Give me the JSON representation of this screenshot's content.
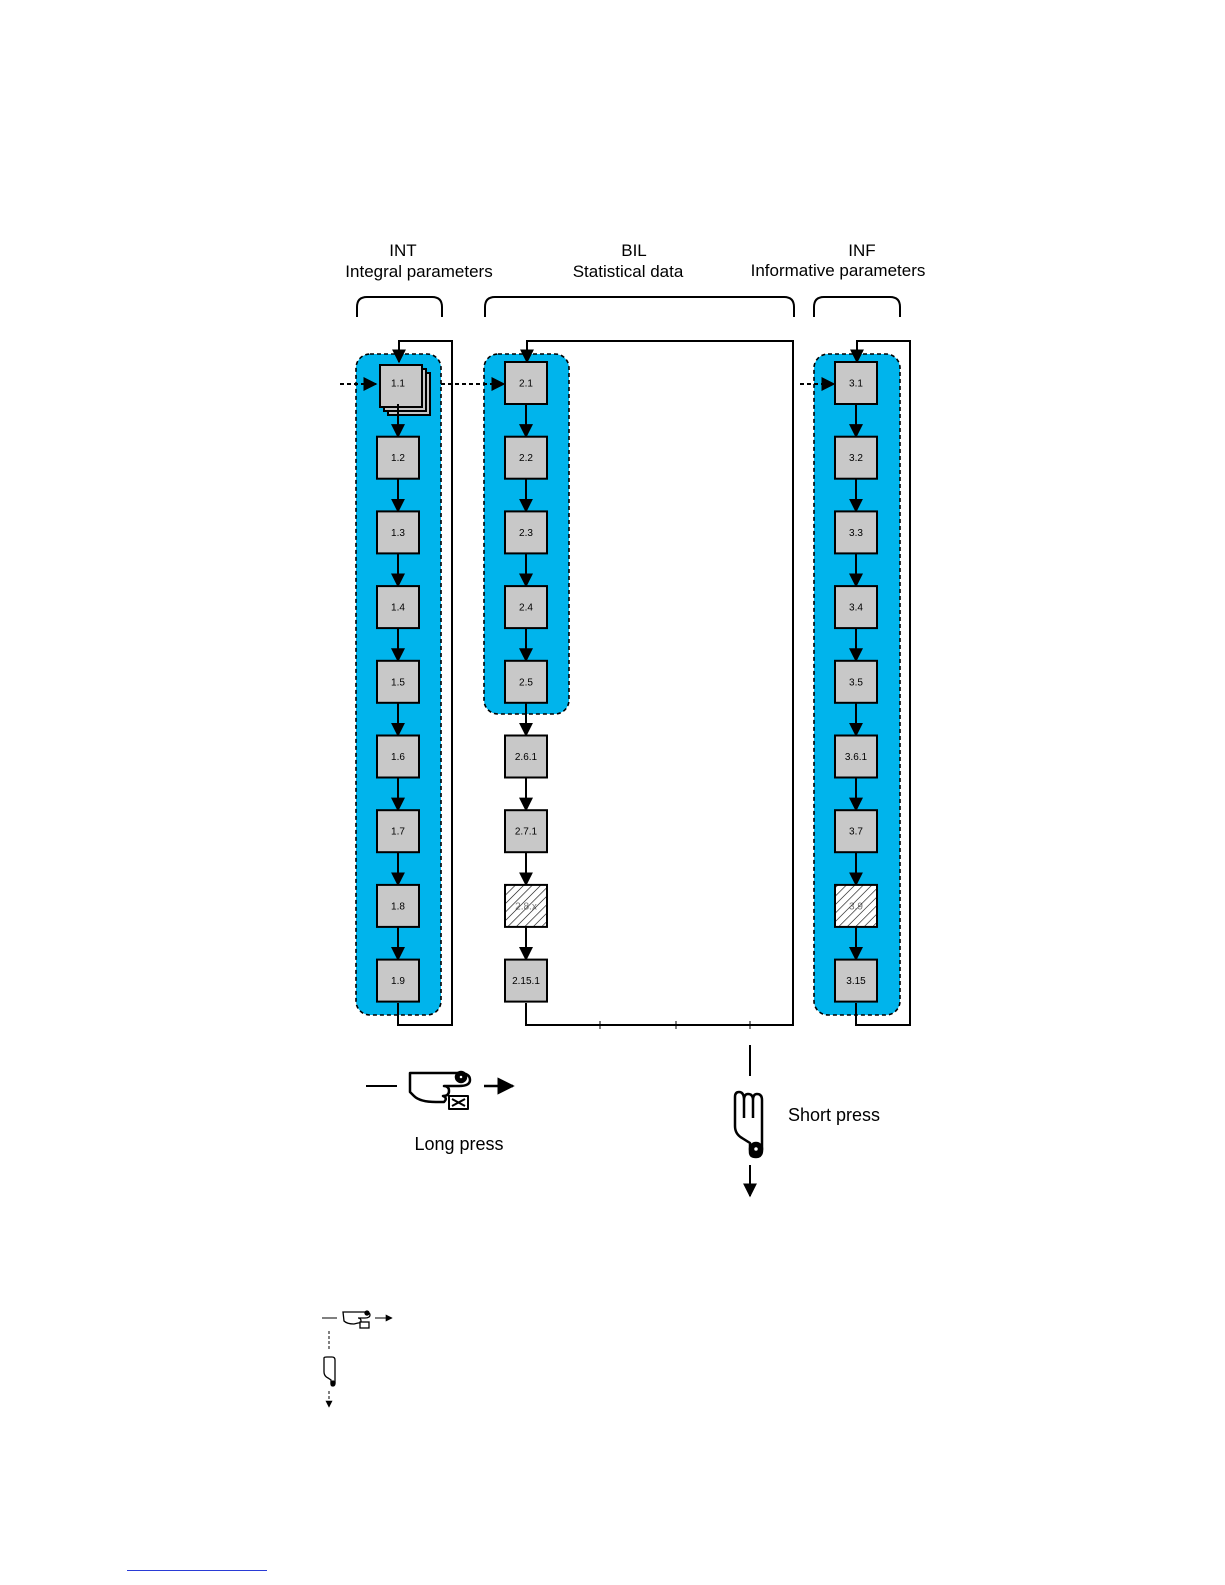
{
  "colors": {
    "panel": "#00b4ec",
    "box_fill": "#c8c8c8",
    "line": "#000000"
  },
  "columns": {
    "int": {
      "code": "INT",
      "title": "Integral parameters",
      "items": [
        "1.1",
        "1.2",
        "1.3",
        "1.4",
        "1.5",
        "1.6",
        "1.7",
        "1.8",
        "1.9"
      ]
    },
    "bil": {
      "code": "BIL",
      "title": "Statistical data",
      "items_panel": [
        "2.1",
        "2.2",
        "2.3",
        "2.4",
        "2.5"
      ],
      "items_below": [
        "2.6.1",
        "2.7.1",
        "2.8.x",
        "2.15.1"
      ],
      "hatched_item": "2.8.x"
    },
    "inf": {
      "code": "INF",
      "title": "Informative parameters",
      "items": [
        "3.1",
        "3.2",
        "3.3",
        "3.4",
        "3.5",
        "3.6.1",
        "3.7",
        "3.9",
        "3.15"
      ],
      "hatched_item": "3.9"
    }
  },
  "legend": {
    "long_press_label": "Long press",
    "short_press_label": "Short press",
    "long_press_icon": "hand-pointing-right-icon",
    "short_press_icon": "hand-pointing-down-icon"
  }
}
